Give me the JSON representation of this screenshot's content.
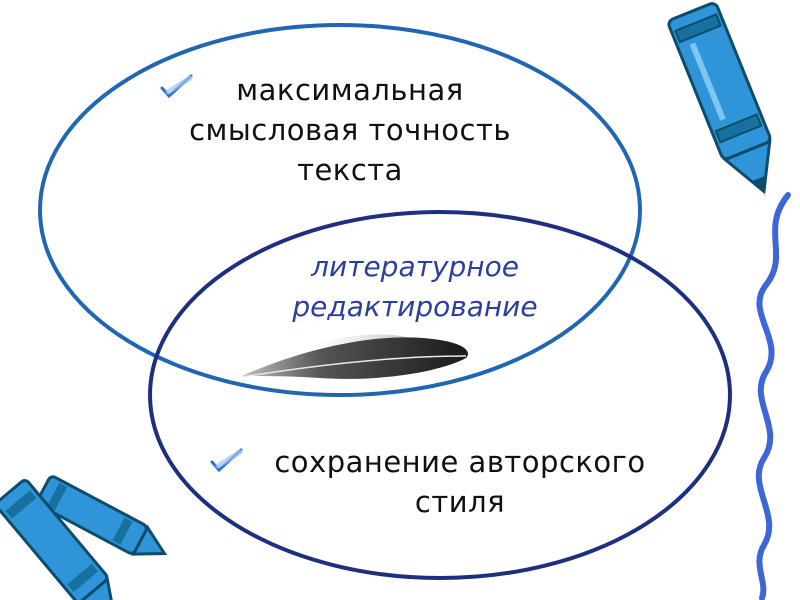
{
  "top_item": {
    "lines": [
      "максимальная",
      "смысловая точность",
      "текста"
    ]
  },
  "bottom_item": {
    "lines": [
      "сохранение авторского",
      "стиля"
    ]
  },
  "center": {
    "lines": [
      "литературное",
      "редактирование"
    ]
  },
  "decor": {
    "icons": [
      "check-icon",
      "quill-feather-icon",
      "crayon-icon"
    ]
  },
  "colors": {
    "top_ellipse": "#2166b3",
    "bottom_ellipse": "#1e2f80",
    "center_text": "#2a3f9e",
    "crayon": "#2f95d8",
    "crayon_outline": "#0d4d6b",
    "squiggle": "#3d66d6"
  }
}
